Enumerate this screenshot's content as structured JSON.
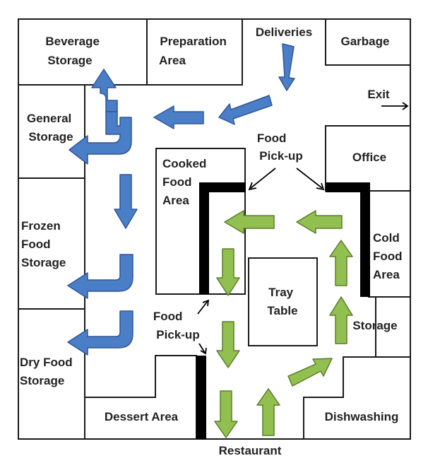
{
  "rooms": {
    "beverage_storage": [
      "Beverage",
      "Storage"
    ],
    "preparation_area": [
      "Preparation",
      "Area"
    ],
    "deliveries": "Deliveries",
    "garbage": "Garbage",
    "exit": "Exit",
    "general_storage": [
      "General",
      "Storage"
    ],
    "food_pickup_top": [
      "Food",
      "Pick-up"
    ],
    "cooked_food_area": [
      "Cooked",
      "Food",
      "Area"
    ],
    "office": "Office",
    "frozen_food_storage": [
      "Frozen",
      "Food",
      "Storage"
    ],
    "cold_food_area": [
      "Cold",
      "Food",
      "Area"
    ],
    "tray_table": [
      "Tray",
      "Table"
    ],
    "storage": "Storage",
    "food_pickup_left": [
      "Food",
      "Pick-up"
    ],
    "dry_food_storage": [
      "Dry Food",
      "Storage"
    ],
    "dessert_area": "Dessert Area",
    "dishwashing": "Dishwashing",
    "restaurant": "Restaurant"
  },
  "colors": {
    "wall": "#1a1a1a",
    "counter": "#000000",
    "blue_arrow_fill": "#4a7fc8",
    "blue_arrow_stroke": "#2f5597",
    "green_arrow_fill": "#92c050",
    "green_arrow_stroke": "#5a7d2a"
  }
}
